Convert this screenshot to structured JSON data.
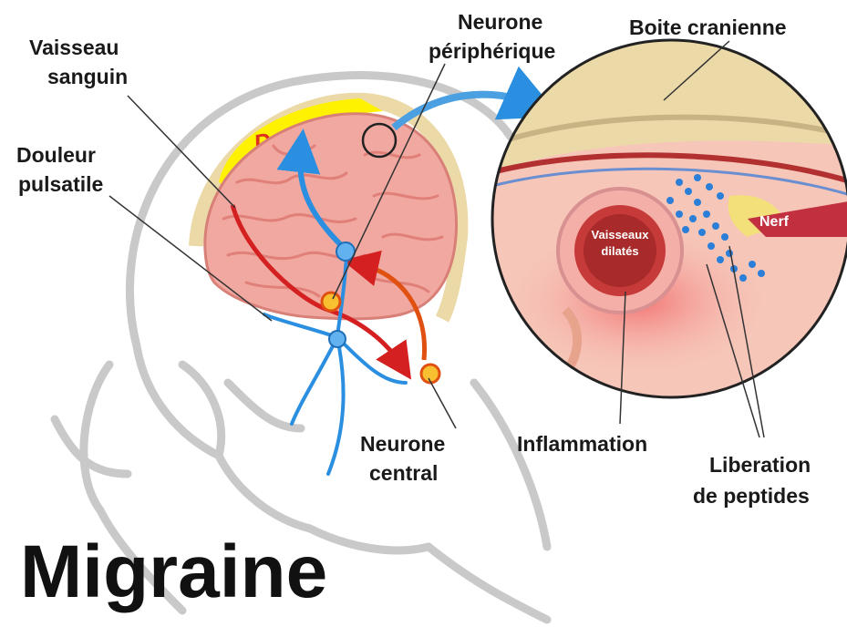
{
  "title": "Migraine",
  "labels": {
    "vaisseau_line1": "Vaisseau",
    "vaisseau_line2": "sanguin",
    "douleur_line1": "Douleur",
    "douleur_line2": "pulsatile",
    "neurone_periph_line1": "Neurone",
    "neurone_periph_line2": "périphérique",
    "boite": "Boite cranienne",
    "douleur_banner": "Douleur",
    "vaisseaux_line1": "Vaisseaux",
    "vaisseaux_line2": "dilatés",
    "nerf": "Nerf",
    "inflammation": "Inflammation",
    "neurone_central_line1": "Neurone",
    "neurone_central_line2": "central",
    "liberation_line1": "Liberation",
    "liberation_line2": "de peptides"
  },
  "colors": {
    "brain": "#f0a8a0",
    "brain_fold": "#e08078",
    "skull": "#ecd9a8",
    "banner": "#fff200",
    "banner_text": "#e0301e",
    "nerve_blue": "#2a8fe0",
    "vessel_red": "#d42020",
    "outline": "#c8c8c8",
    "peptide": "#2b7fd8",
    "nerve_yellow": "#f3e07a"
  }
}
